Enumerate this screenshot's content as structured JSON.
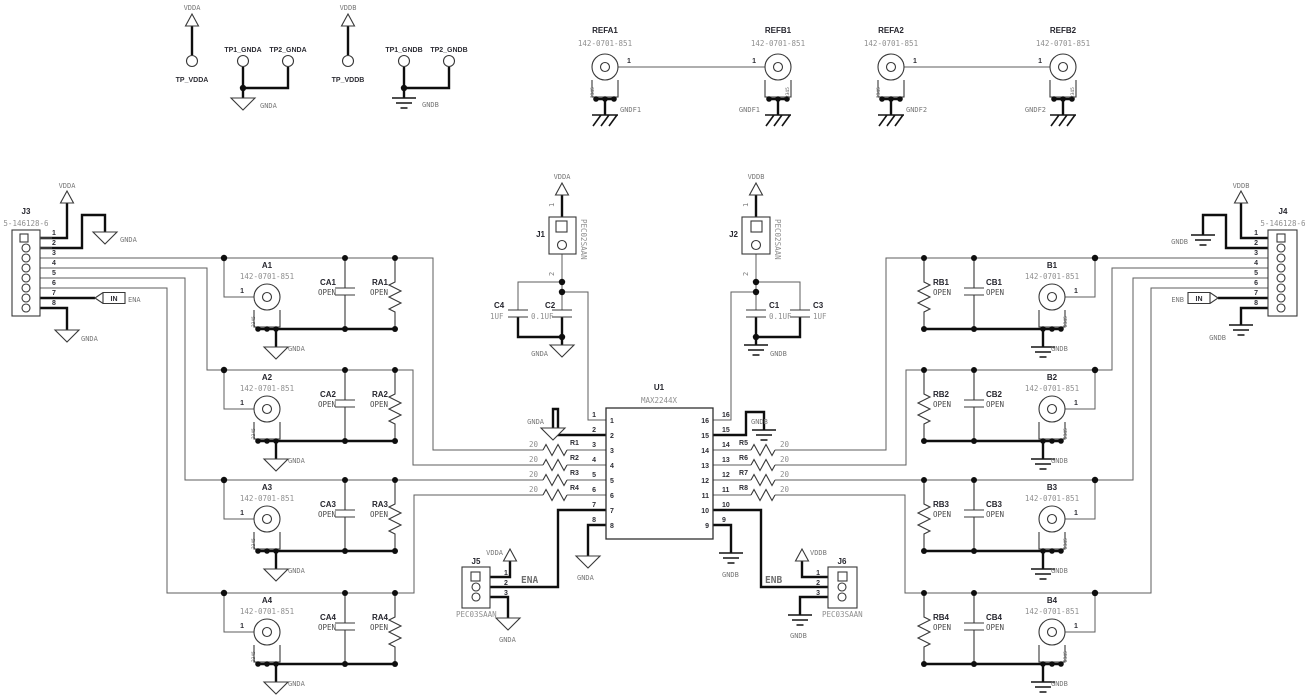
{
  "power": {
    "vdda": "VDDA",
    "vddb": "VDDB"
  },
  "grounds": {
    "gnda": "GNDA",
    "gndb": "GNDB",
    "gndf1": "GNDF1",
    "gndf2": "GNDF2"
  },
  "signals": {
    "ena": "ENA",
    "enb": "ENB",
    "in": "IN"
  },
  "testpoints": {
    "tp_vdda": "TP_VDDA",
    "tp1_gnda": "TP1_GNDA",
    "tp2_gnda": "TP2_GNDA",
    "tp_vddb": "TP_VDDB",
    "tp1_gndb": "TP1_GNDB",
    "tp2_gndb": "TP2_GNDB"
  },
  "ref_bncs": {
    "pin1": "1",
    "shield": "2345",
    "items": [
      {
        "ref": "REFA1",
        "part": "142-0701-851",
        "gnd": "GNDF1"
      },
      {
        "ref": "REFB1",
        "part": "142-0701-851",
        "gnd": "GNDF1"
      },
      {
        "ref": "REFA2",
        "part": "142-0701-851",
        "gnd": "GNDF2"
      },
      {
        "ref": "REFB2",
        "part": "142-0701-851",
        "gnd": "GNDF2"
      }
    ]
  },
  "ic": {
    "ref": "U1",
    "part": "MAX2244X",
    "pins_left": [
      "1",
      "2",
      "3",
      "4",
      "5",
      "6",
      "7",
      "8"
    ],
    "pins_right": [
      "16",
      "15",
      "14",
      "13",
      "12",
      "11",
      "10",
      "9"
    ]
  },
  "headers": {
    "j1": {
      "ref": "J1",
      "part": "PEC02SAAN",
      "pins": [
        "1",
        "2"
      ]
    },
    "j2": {
      "ref": "J2",
      "part": "PEC02SAAN",
      "pins": [
        "1",
        "2"
      ]
    },
    "j3": {
      "ref": "J3",
      "part": "5-146128-6",
      "pins": [
        "1",
        "2",
        "3",
        "4",
        "5",
        "6",
        "7",
        "8"
      ]
    },
    "j4": {
      "ref": "J4",
      "part": "5-146128-6",
      "pins": [
        "1",
        "2",
        "3",
        "4",
        "5",
        "6",
        "7",
        "8"
      ]
    },
    "j5": {
      "ref": "J5",
      "part": "PEC03SAAN",
      "pins": [
        "1",
        "2",
        "3"
      ]
    },
    "j6": {
      "ref": "J6",
      "part": "PEC03SAAN",
      "pins": [
        "1",
        "2",
        "3"
      ]
    }
  },
  "caps": {
    "c1": {
      "ref": "C1",
      "val": "0.1UF"
    },
    "c2": {
      "ref": "C2",
      "val": "0.1UF"
    },
    "c3": {
      "ref": "C3",
      "val": "1UF"
    },
    "c4": {
      "ref": "C4",
      "val": "1UF"
    }
  },
  "series_r": [
    {
      "ref": "R1",
      "val": "20"
    },
    {
      "ref": "R2",
      "val": "20"
    },
    {
      "ref": "R3",
      "val": "20"
    },
    {
      "ref": "R4",
      "val": "20"
    },
    {
      "ref": "R5",
      "val": "20"
    },
    {
      "ref": "R6",
      "val": "20"
    },
    {
      "ref": "R7",
      "val": "20"
    },
    {
      "ref": "R8",
      "val": "20"
    }
  ],
  "channels_a": [
    {
      "ref": "A1",
      "part": "142-0701-851",
      "pin1": "1",
      "cap": "CA1",
      "res": "RA1",
      "open": "OPEN",
      "gnd": "GNDA"
    },
    {
      "ref": "A2",
      "part": "142-0701-851",
      "pin1": "1",
      "cap": "CA2",
      "res": "RA2",
      "open": "OPEN",
      "gnd": "GNDA"
    },
    {
      "ref": "A3",
      "part": "142-0701-851",
      "pin1": "1",
      "cap": "CA3",
      "res": "RA3",
      "open": "OPEN",
      "gnd": "GNDA"
    },
    {
      "ref": "A4",
      "part": "142-0701-851",
      "pin1": "1",
      "cap": "CA4",
      "res": "RA4",
      "open": "OPEN",
      "gnd": "GNDA"
    }
  ],
  "channels_b": [
    {
      "ref": "B1",
      "part": "142-0701-851",
      "pin1": "1",
      "cap": "CB1",
      "res": "RB1",
      "open": "OPEN",
      "gnd": "GNDB"
    },
    {
      "ref": "B2",
      "part": "142-0701-851",
      "pin1": "1",
      "cap": "CB2",
      "res": "RB2",
      "open": "OPEN",
      "gnd": "GNDB"
    },
    {
      "ref": "B3",
      "part": "142-0701-851",
      "pin1": "1",
      "cap": "CB3",
      "res": "RB3",
      "open": "OPEN",
      "gnd": "GNDB"
    },
    {
      "ref": "B4",
      "part": "142-0701-851",
      "pin1": "1",
      "cap": "CB4",
      "res": "RB4",
      "open": "OPEN",
      "gnd": "GNDB"
    }
  ]
}
